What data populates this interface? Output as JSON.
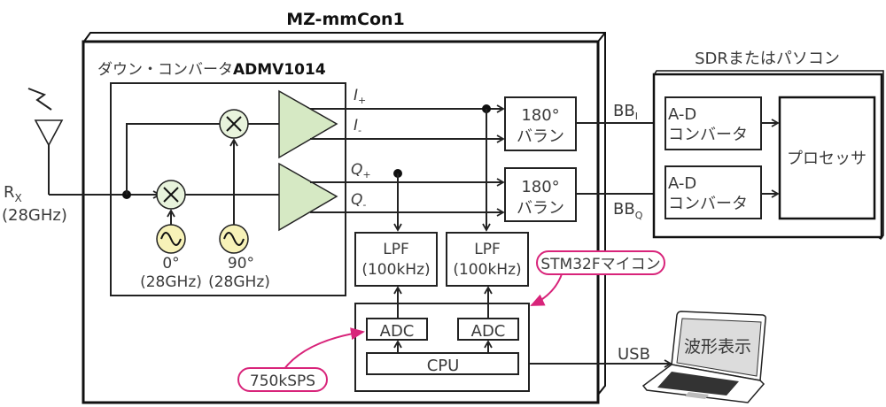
{
  "board": {
    "title": "MZ-mmCon1"
  },
  "downconverter": {
    "title_prefix": "ダウン・コンバータ",
    "title_part": "ADMV1014"
  },
  "antenna": {
    "label": "R",
    "label_sub": "X",
    "freq": "(28GHz)"
  },
  "oscillators": [
    {
      "phase": "0°",
      "freq": "(28GHz)"
    },
    {
      "phase": "90°",
      "freq": "(28GHz)"
    }
  ],
  "signals": {
    "i_plus": {
      "base": "I",
      "sub": "+"
    },
    "i_minus": {
      "base": "I",
      "sub": "-"
    },
    "q_plus": {
      "base": "Q",
      "sub": "+"
    },
    "q_minus": {
      "base": "Q",
      "sub": "-"
    }
  },
  "baluns": [
    {
      "line1": "180°",
      "line2": "バラン"
    },
    {
      "line1": "180°",
      "line2": "バラン"
    }
  ],
  "lpfs": [
    {
      "line1": "LPF",
      "line2": "(100kHz)"
    },
    {
      "line1": "LPF",
      "line2": "(100kHz)"
    }
  ],
  "mcu": {
    "callout": "STM32Fマイコン",
    "adcs": [
      "ADC",
      "ADC"
    ],
    "cpu": "CPU",
    "sample_rate_callout": "750kSPS"
  },
  "outputs": {
    "bb_i": {
      "base": "BB",
      "sub": "I"
    },
    "bb_q": {
      "base": "BB",
      "sub": "Q"
    },
    "usb": "USB"
  },
  "sdr": {
    "title": "SDRまたはパソコン",
    "adcs": [
      {
        "line1": "A-D",
        "line2": "コンバータ"
      },
      {
        "line1": "A-D",
        "line2": "コンバータ"
      }
    ],
    "processor": "プロセッサ"
  },
  "laptop": {
    "screen_text": "波形表示"
  },
  "colors": {
    "amp_fill": "#d6e9c4",
    "osc_fill": "#f7f2b8",
    "callout": "#d8247a"
  }
}
